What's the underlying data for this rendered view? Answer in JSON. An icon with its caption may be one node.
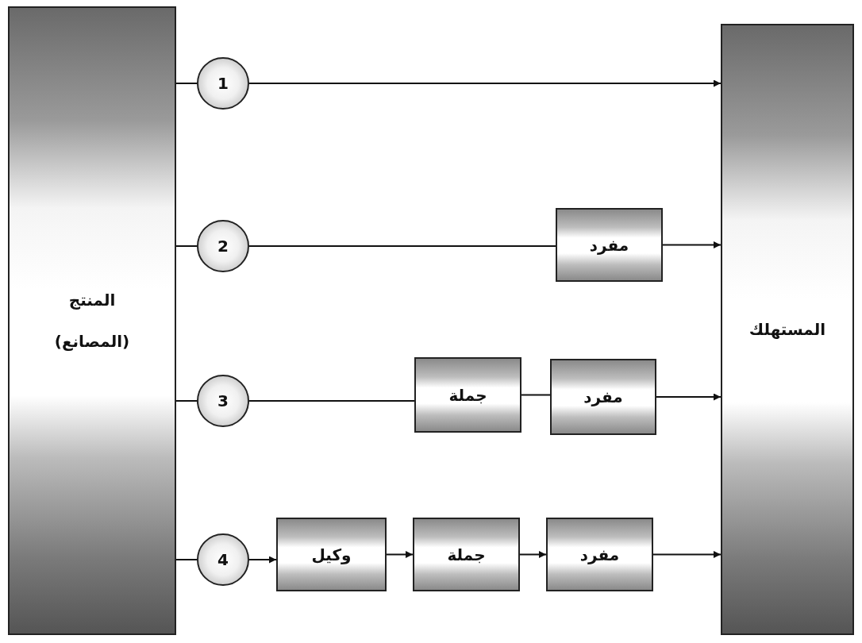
{
  "diagram": {
    "nodes": [
      {
        "text": [
          "المنتج",
          "(المصانع)"
        ]
      },
      {
        "text": [
          "المستهلك"
        ]
      },
      {
        "text": [
          "1"
        ]
      },
      {
        "text": [
          "2"
        ]
      },
      {
        "text": [
          "3"
        ]
      },
      {
        "text": [
          "4"
        ]
      },
      {
        "text": [
          "مفرد"
        ]
      },
      {
        "text": [
          "جملة"
        ]
      },
      {
        "text": [
          "مفرد"
        ]
      },
      {
        "text": [
          "وكيل"
        ]
      },
      {
        "text": [
          "جملة"
        ]
      },
      {
        "text": [
          "مفرد"
        ]
      }
    ],
    "edges": [
      {
        "from": 0,
        "to": 2,
        "arrow": "none"
      },
      {
        "from": 0,
        "to": 3,
        "arrow": "none"
      },
      {
        "from": 0,
        "to": 4,
        "arrow": "none"
      },
      {
        "from": 0,
        "to": 5,
        "arrow": "none"
      },
      {
        "from": 2,
        "to": 1,
        "arrow": "to"
      },
      {
        "from": 3,
        "to": 6,
        "arrow": "none"
      },
      {
        "from": 6,
        "to": 1,
        "arrow": "to"
      },
      {
        "from": 4,
        "to": 7,
        "arrow": "none"
      },
      {
        "from": 7,
        "to": 8,
        "arrow": "none"
      },
      {
        "from": 8,
        "to": 1,
        "arrow": "to"
      },
      {
        "from": 5,
        "to": 9,
        "arrow": "to"
      },
      {
        "from": 9,
        "to": 10,
        "arrow": "to"
      },
      {
        "from": 10,
        "to": 11,
        "arrow": "to"
      },
      {
        "from": 11,
        "to": 1,
        "arrow": "to"
      }
    ]
  }
}
